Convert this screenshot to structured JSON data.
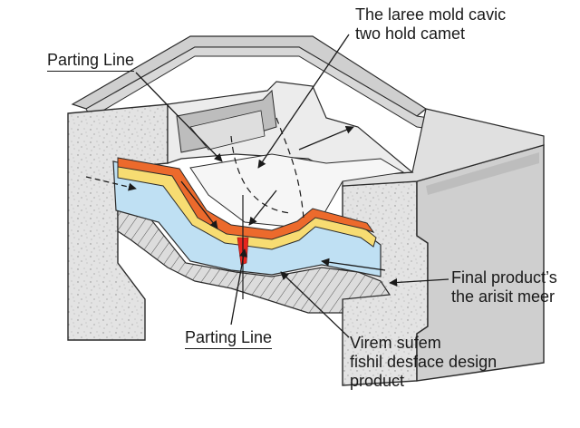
{
  "labels": {
    "top_right": [
      "The laree mold cavic",
      "two hold camet"
    ],
    "parting_line_top": "Parting Line",
    "parting_line_bottom": "Parting Line",
    "final_product": [
      "Final product’s",
      "the arisit meer"
    ],
    "virem": [
      "Virem sufem",
      "fishil desface design",
      "product"
    ]
  },
  "colors": {
    "mold_face": "#e6e6e6",
    "mold_side": "#d2d2d2",
    "cavity": "#f4f4f4",
    "dark_wall": "#bdbdbd",
    "orange_layer": "#ec6a2c",
    "yellow_layer": "#f7dc72",
    "blue_layer": "#bfe0f3",
    "red_marker": "#e8251e",
    "outline": "#2b2b2b"
  }
}
